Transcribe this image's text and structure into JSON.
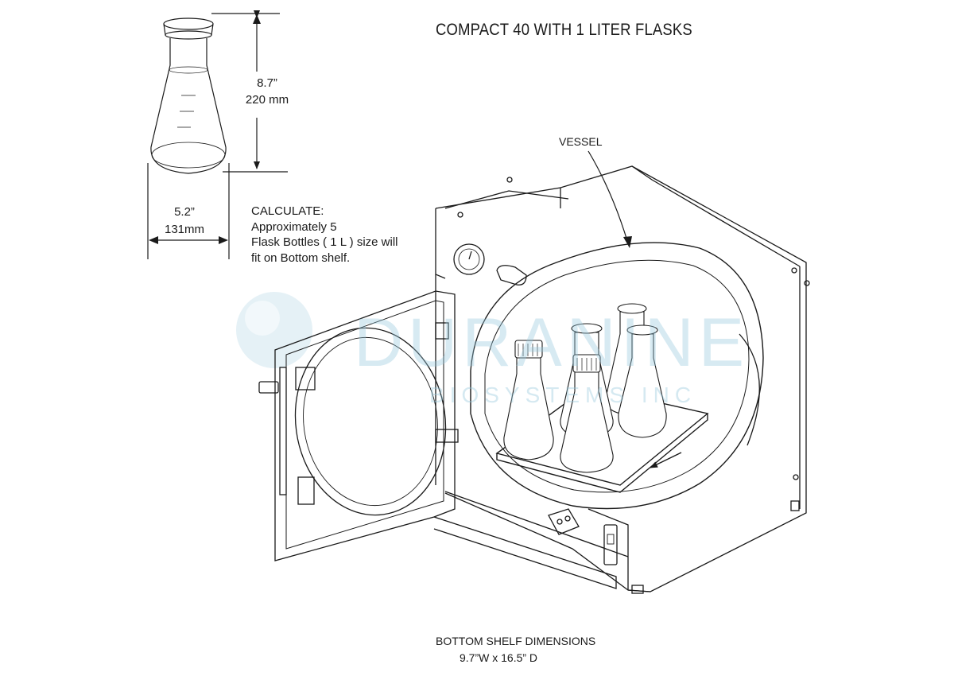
{
  "title": "COMPACT 40 WITH 1 LITER FLASKS",
  "flask_height": {
    "inches": "8.7”",
    "mm": "220 mm"
  },
  "flask_width": {
    "inches": "5.2”",
    "mm": "131mm"
  },
  "calculate": {
    "heading": "CALCULATE:",
    "lines": [
      "Approximately  5",
      "Flask Bottles ( 1 L ) size will",
      "fit on Bottom shelf."
    ]
  },
  "vessel_label": "VESSEL",
  "watermark": {
    "name": "DURANINE",
    "sub": "BIOSYSTEMS INC"
  },
  "shelf": {
    "heading": "BOTTOM SHELF DIMENSIONS",
    "dimensions": "9.7”W x 16.5” D"
  },
  "colors": {
    "line": "#1a1a1a",
    "watermark": "#9fcbdc"
  }
}
